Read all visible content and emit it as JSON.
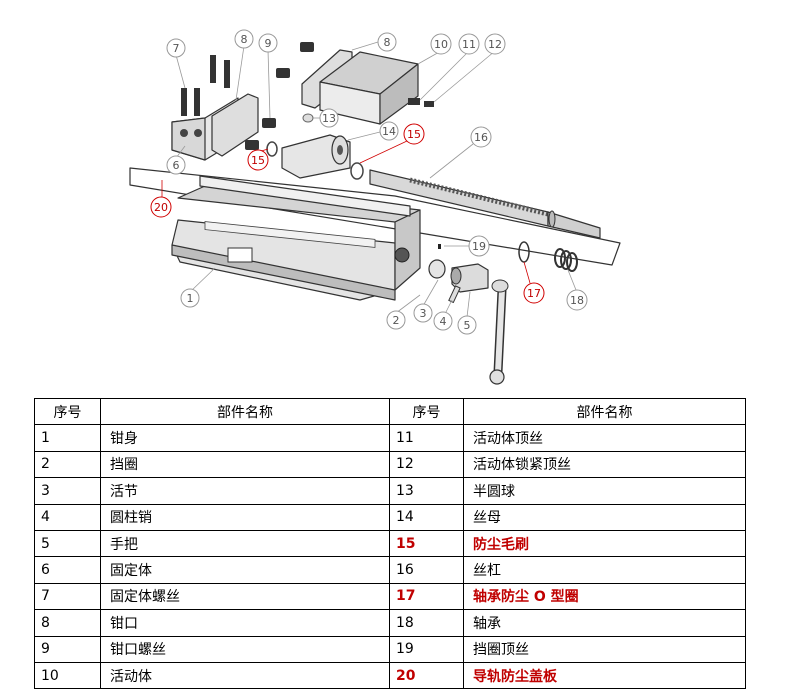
{
  "callouts": [
    {
      "n": "1",
      "red": false
    },
    {
      "n": "2",
      "red": false
    },
    {
      "n": "3",
      "red": false
    },
    {
      "n": "4",
      "red": false
    },
    {
      "n": "5",
      "red": false
    },
    {
      "n": "6",
      "red": false
    },
    {
      "n": "7",
      "red": false
    },
    {
      "n": "8",
      "red": false
    },
    {
      "n": "8",
      "red": false
    },
    {
      "n": "9",
      "red": false
    },
    {
      "n": "10",
      "red": false
    },
    {
      "n": "11",
      "red": false
    },
    {
      "n": "12",
      "red": false
    },
    {
      "n": "13",
      "red": false
    },
    {
      "n": "14",
      "red": false
    },
    {
      "n": "15",
      "red": true
    },
    {
      "n": "15",
      "red": true
    },
    {
      "n": "16",
      "red": false
    },
    {
      "n": "17",
      "red": true
    },
    {
      "n": "18",
      "red": false
    },
    {
      "n": "19",
      "red": false
    },
    {
      "n": "20",
      "red": true
    }
  ],
  "table": {
    "headers": [
      "序号",
      "部件名称",
      "序号",
      "部件名称"
    ],
    "rows": [
      {
        "no1": "1",
        "name1": "钳身",
        "hl1": false,
        "no2": "11",
        "name2": "活动体顶丝",
        "hl2": false
      },
      {
        "no1": "2",
        "name1": "挡圈",
        "hl1": false,
        "no2": "12",
        "name2": "活动体锁紧顶丝",
        "hl2": false
      },
      {
        "no1": "3",
        "name1": "活节",
        "hl1": false,
        "no2": "13",
        "name2": "半圆球",
        "hl2": false
      },
      {
        "no1": "4",
        "name1": "圆柱销",
        "hl1": false,
        "no2": "14",
        "name2": "丝母",
        "hl2": false
      },
      {
        "no1": "5",
        "name1": "手把",
        "hl1": false,
        "no2": "15",
        "name2": "防尘毛刷",
        "hl2": true
      },
      {
        "no1": "6",
        "name1": "固定体",
        "hl1": false,
        "no2": "16",
        "name2": "丝杠",
        "hl2": false
      },
      {
        "no1": "7",
        "name1": "固定体螺丝",
        "hl1": false,
        "no2": "17",
        "name2": "轴承防尘 O 型圈",
        "hl2": true
      },
      {
        "no1": "8",
        "name1": "钳口",
        "hl1": false,
        "no2": "18",
        "name2": "轴承",
        "hl2": false
      },
      {
        "no1": "9",
        "name1": "钳口螺丝",
        "hl1": false,
        "no2": "19",
        "name2": "挡圈顶丝",
        "hl2": false
      },
      {
        "no1": "10",
        "name1": "活动体",
        "hl1": false,
        "no2": "20",
        "name2": "导轨防尘盖板",
        "hl2": true
      }
    ]
  }
}
